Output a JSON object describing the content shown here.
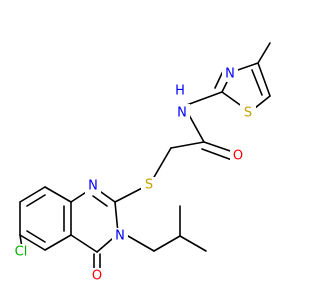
{
  "structure": {
    "labels": {
      "n_amide": "N",
      "h_amide": "H",
      "n_thiazole": "N",
      "s_thiazole": "S",
      "o_carbonyl": "O",
      "s_thioether": "S",
      "n1_quinazoline": "N",
      "n3_quinazoline": "N",
      "cl": "Cl",
      "o_quinazolinone": "O"
    },
    "colors": {
      "nitrogen": "#0000ff",
      "sulfur": "#c8a000",
      "oxygen": "#ff0000",
      "chlorine": "#00b000",
      "bond": "#000000"
    }
  }
}
